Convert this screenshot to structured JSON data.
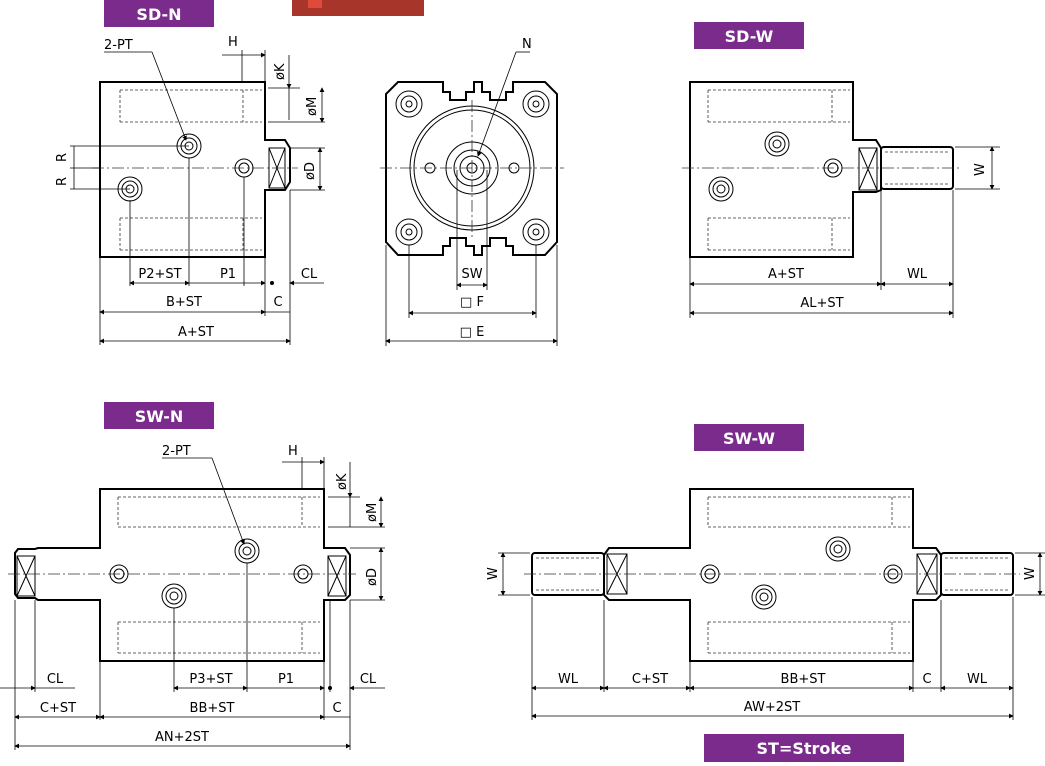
{
  "labels": {
    "sd_n": "SD-N",
    "sd_w": "SD-W",
    "sw_n": "SW-N",
    "sw_w": "SW-W",
    "stroke_note": "ST=Stroke"
  },
  "colors": {
    "label_bg": "#7a2b8c",
    "label_text": "#ffffff",
    "line": "#000000"
  },
  "dims": {
    "pt": "2-PT",
    "h": "H",
    "k": "øK",
    "m": "øM",
    "d": "øD",
    "r": "R",
    "n": "N",
    "w": "W",
    "p1": "P1",
    "p2_st": "P2+ST",
    "p3_st": "P3+ST",
    "cl": "CL",
    "c": "C",
    "b_st": "B+ST",
    "a_st": "A+ST",
    "sw": "SW",
    "f": "□ F",
    "e": "□ E",
    "wl": "WL",
    "al_st": "AL+ST",
    "c_st": "C+ST",
    "bb_st": "BB+ST",
    "an_2st": "AN+2ST",
    "aw_2st": "AW+2ST"
  }
}
